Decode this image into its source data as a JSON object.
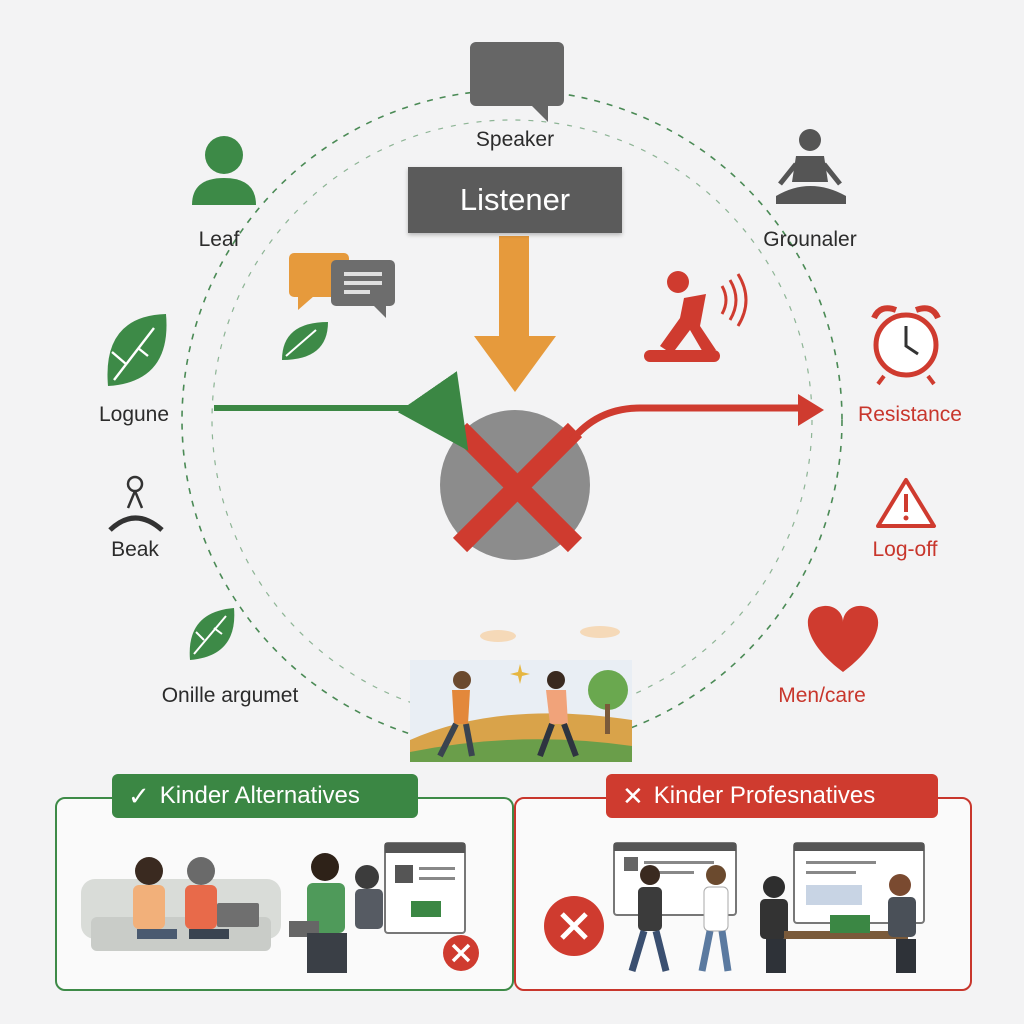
{
  "center_node": {
    "top_label": "Speaker",
    "box_label": "Listener"
  },
  "left_nodes": [
    {
      "label": "Leaf",
      "icon": "person-icon"
    },
    {
      "label": "Logune",
      "icon": "leaf-icon"
    },
    {
      "label": "Beak",
      "icon": "meditating-figure-icon"
    },
    {
      "label": "Onille argumet",
      "icon": "leaf-icon"
    }
  ],
  "right_nodes": [
    {
      "label": "Grounaler",
      "icon": "meditation-icon"
    },
    {
      "label": "Resistance",
      "icon": "alarm-clock-icon"
    },
    {
      "label": "Log-off",
      "icon": "warning-icon"
    },
    {
      "label": "Men/care",
      "icon": "heart-icon"
    }
  ],
  "panels": {
    "left": {
      "title": "Kinder Alternatives",
      "icon": "check-icon"
    },
    "right": {
      "title": "Kinder Profesnatives",
      "icon": "x-icon"
    }
  },
  "colors": {
    "green": "#3b8744",
    "red": "#cf3b2f",
    "orange": "#e69a3c",
    "gray": "#8c8c8c",
    "dark_gray": "#5b5b5b"
  }
}
